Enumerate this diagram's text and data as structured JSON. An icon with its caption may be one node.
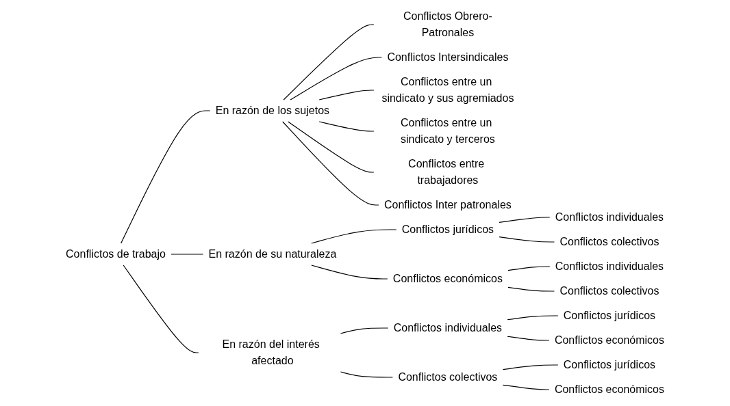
{
  "diagram": {
    "nodes": [
      {
        "text": [
          "Conflictos de trabajo"
        ]
      },
      {
        "text": [
          "En razón de los sujetos"
        ]
      },
      {
        "text": [
          "Conflictos Obrero-Patronales"
        ]
      },
      {
        "text": [
          "Conflictos Intersindicales"
        ]
      },
      {
        "text": [
          "Conflictos entre un sindicato y sus agremiados"
        ]
      },
      {
        "text": [
          "Conflictos entre un sindicato y terceros"
        ]
      },
      {
        "text": [
          "Conflictos entre trabajadores"
        ]
      },
      {
        "text": [
          "Conflictos Inter patronales"
        ]
      },
      {
        "text": [
          "En razón de su naturaleza"
        ]
      },
      {
        "text": [
          "Conflictos jurídicos"
        ]
      },
      {
        "text": [
          "Conflictos individuales"
        ]
      },
      {
        "text": [
          "Conflictos colectivos"
        ]
      },
      {
        "text": [
          "Conflictos económicos"
        ]
      },
      {
        "text": [
          "Conflictos individuales"
        ]
      },
      {
        "text": [
          "Conflictos colectivos"
        ]
      },
      {
        "text": [
          "En razón del interés afectado"
        ]
      },
      {
        "text": [
          "Conflictos individuales"
        ]
      },
      {
        "text": [
          "Conflictos jurídicos"
        ]
      },
      {
        "text": [
          "Conflictos económicos"
        ]
      },
      {
        "text": [
          "Conflictos colectivos"
        ]
      },
      {
        "text": [
          "Conflictos jurídicos"
        ]
      },
      {
        "text": [
          "Conflictos económicos"
        ]
      }
    ],
    "edges": [
      {
        "from": 0,
        "to": 1,
        "arrow": "none"
      },
      {
        "from": 0,
        "to": 8,
        "arrow": "none"
      },
      {
        "from": 0,
        "to": 15,
        "arrow": "none"
      },
      {
        "from": 1,
        "to": 2,
        "arrow": "none"
      },
      {
        "from": 1,
        "to": 3,
        "arrow": "none"
      },
      {
        "from": 1,
        "to": 4,
        "arrow": "none"
      },
      {
        "from": 1,
        "to": 5,
        "arrow": "none"
      },
      {
        "from": 1,
        "to": 6,
        "arrow": "none"
      },
      {
        "from": 1,
        "to": 7,
        "arrow": "none"
      },
      {
        "from": 8,
        "to": 9,
        "arrow": "none"
      },
      {
        "from": 8,
        "to": 12,
        "arrow": "none"
      },
      {
        "from": 9,
        "to": 10,
        "arrow": "none"
      },
      {
        "from": 9,
        "to": 11,
        "arrow": "none"
      },
      {
        "from": 12,
        "to": 13,
        "arrow": "none"
      },
      {
        "from": 12,
        "to": 14,
        "arrow": "none"
      },
      {
        "from": 15,
        "to": 16,
        "arrow": "none"
      },
      {
        "from": 15,
        "to": 19,
        "arrow": "none"
      },
      {
        "from": 16,
        "to": 17,
        "arrow": "none"
      },
      {
        "from": 16,
        "to": 18,
        "arrow": "none"
      },
      {
        "from": 19,
        "to": 20,
        "arrow": "none"
      },
      {
        "from": 19,
        "to": 21,
        "arrow": "none"
      }
    ]
  }
}
